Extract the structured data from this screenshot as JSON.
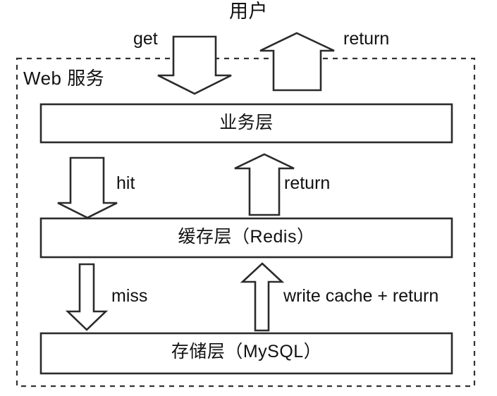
{
  "diagram": {
    "title": "用户",
    "container": {
      "label": "Web 服务"
    },
    "boxes": [
      {
        "id": "business-layer",
        "label": "业务层"
      },
      {
        "id": "cache-layer",
        "label": "缓存层（Redis）"
      },
      {
        "id": "storage-layer",
        "label": "存储层（MySQL）"
      }
    ],
    "arrows": [
      {
        "id": "user-to-business",
        "label": "get",
        "direction": "down"
      },
      {
        "id": "business-to-user",
        "label": "return",
        "direction": "up"
      },
      {
        "id": "business-to-cache",
        "label": "hit",
        "direction": "down"
      },
      {
        "id": "cache-to-business",
        "label": "return",
        "direction": "up"
      },
      {
        "id": "cache-to-storage",
        "label": "miss",
        "direction": "down"
      },
      {
        "id": "storage-to-cache",
        "label": "write cache + return",
        "direction": "up"
      }
    ],
    "colors": {
      "background": "#ffffff",
      "stroke": "#2b2b2b",
      "text": "#111111",
      "dashed_border": "#333333",
      "box_fill": "#ffffff"
    }
  }
}
